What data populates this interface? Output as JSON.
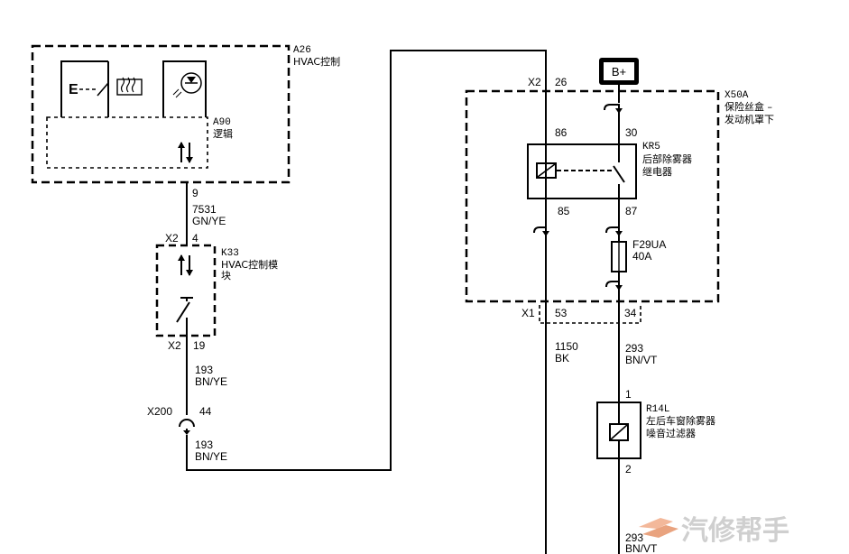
{
  "modules": {
    "a26": {
      "id": "A26",
      "name": "HVAC控制"
    },
    "a90": {
      "id": "A90",
      "name": "逻辑"
    },
    "k33": {
      "id": "K33",
      "name_line1": "HVAC控制模",
      "name_line2": "块"
    },
    "x50a": {
      "id": "X50A",
      "name_line1": "保险丝盒 –",
      "name_line2": "发动机罩下"
    },
    "kr5": {
      "id": "KR5",
      "name_line1": "后部除雾器",
      "name_line2": "继电器"
    },
    "f29ua": {
      "id": "F29UA",
      "rating": "40A"
    },
    "r14l": {
      "id": "R14L",
      "name_line1": "左后车窗除雾器",
      "name_line2": "噪音过滤器"
    }
  },
  "power": {
    "label": "B+"
  },
  "a26_pins": {
    "pin": "9",
    "circuit": "7531",
    "color": "GN/YE"
  },
  "k33_pins": {
    "top_connector": "X2",
    "top_pin": "4",
    "bottom_connector": "X2",
    "bottom_pin": "19",
    "circuit": "193",
    "color": "BN/YE"
  },
  "x200": {
    "connector": "X200",
    "pin": "44",
    "circuit": "193",
    "color": "BN/YE"
  },
  "x50a_pins": {
    "top_connector": "X2",
    "top_pin": "26",
    "relay_86": "86",
    "relay_30": "30",
    "relay_85": "85",
    "relay_87": "87",
    "bottom_connector": "X1",
    "pin_53": "53",
    "pin_34": "34"
  },
  "ground_wire": {
    "circuit": "1150",
    "color": "BK"
  },
  "output_wire": {
    "circuit": "293",
    "color": "BN/VT"
  },
  "r14l_pins": {
    "pin1": "1",
    "pin2": "2",
    "out_circuit": "293",
    "out_color": "BN/VT"
  },
  "watermark": {
    "text": "汽修帮手"
  }
}
